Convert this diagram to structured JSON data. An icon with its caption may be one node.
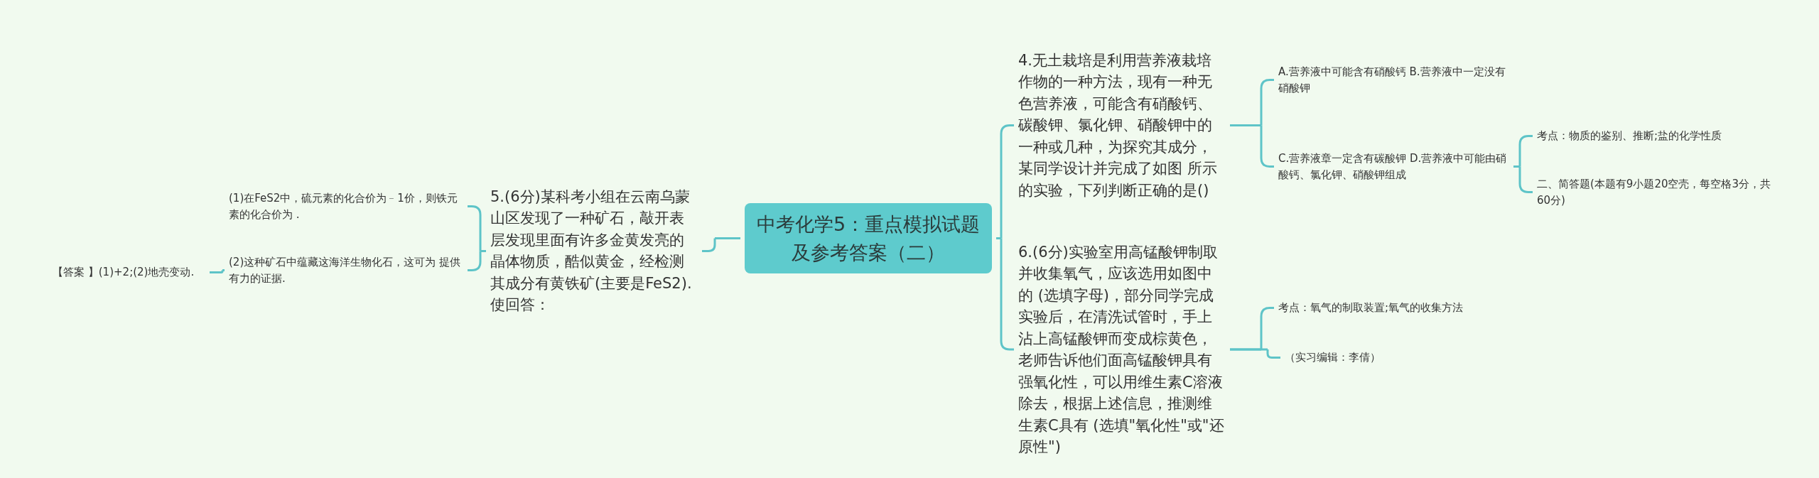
{
  "diagram": {
    "nodes": [
      {
        "text": [
          "中考化学5：重点模拟试题及参考答案（二）"
        ]
      },
      {
        "text": [
          "5.(6分)某科考小组在云南乌蒙山区发现了一种矿石，敲开表层发现里面有许多金黄发亮的晶体物质，酷似黄金，经检测其成分有黄铁矿(主要是FeS2).使回答："
        ]
      },
      {
        "text": [
          "(1)在FeS2中，硫元素的化合价为﹣1价，则铁元素的化合价为 ."
        ]
      },
      {
        "text": [
          "(2)这种矿石中蕴藏这海洋生物化石，这可为 提供有力的证据."
        ]
      },
      {
        "text": [
          "【答案 】(1)+2;(2)地壳变动."
        ]
      },
      {
        "text": [
          "4.无土栽培是利用营养液栽培作物的一种方法，现有一种无色营养液，可能含有硝酸钙、碳酸钾、氯化钾、硝酸钾中的一种或几种，为探究其成分，某同学设计并完成了如图 所示的实验，下列判断正确的是()"
        ]
      },
      {
        "text": [
          "A.营养液中可能含有硝酸钙 B.营养液中一定没有硝酸钾"
        ]
      },
      {
        "text": [
          "C.营养液章一定含有碳酸钾 D.营养液中可能由硝酸钙、氯化钾、硝酸钾组成"
        ]
      },
      {
        "text": [
          "考点：物质的鉴别、推断;盐的化学性质"
        ]
      },
      {
        "text": [
          "二、简答题(本题有9小题20空壳，每空格3分，共60分)"
        ]
      },
      {
        "text": [
          "6.(6分)实验室用高锰酸钾制取并收集氧气，应该选用如图中的 (选填字母)，部分同学完成实验后，在清洗试管时，手上沾上高锰酸钾而变成棕黄色，老师告诉他们面高锰酸钾具有强氧化性，可以用维生素C溶液除去，根据上述信息，推测维生素C具有 (选填\"氧化性\"或\"还原性\")"
        ]
      },
      {
        "text": [
          "考点：氧气的制取装置;氧气的收集方法"
        ]
      },
      {
        "text": [
          "（实习编辑：李倩）"
        ]
      }
    ],
    "edges": [
      {
        "from": 0,
        "to": 1,
        "arrow": "none"
      },
      {
        "from": 1,
        "to": 2,
        "arrow": "none"
      },
      {
        "from": 1,
        "to": 3,
        "arrow": "none"
      },
      {
        "from": 3,
        "to": 4,
        "arrow": "none"
      },
      {
        "from": 0,
        "to": 5,
        "arrow": "none"
      },
      {
        "from": 5,
        "to": 6,
        "arrow": "none"
      },
      {
        "from": 5,
        "to": 7,
        "arrow": "none"
      },
      {
        "from": 7,
        "to": 8,
        "arrow": "none"
      },
      {
        "from": 7,
        "to": 9,
        "arrow": "none"
      },
      {
        "from": 0,
        "to": 10,
        "arrow": "none"
      },
      {
        "from": 10,
        "to": 11,
        "arrow": "none"
      },
      {
        "from": 10,
        "to": 12,
        "arrow": "none"
      }
    ]
  }
}
